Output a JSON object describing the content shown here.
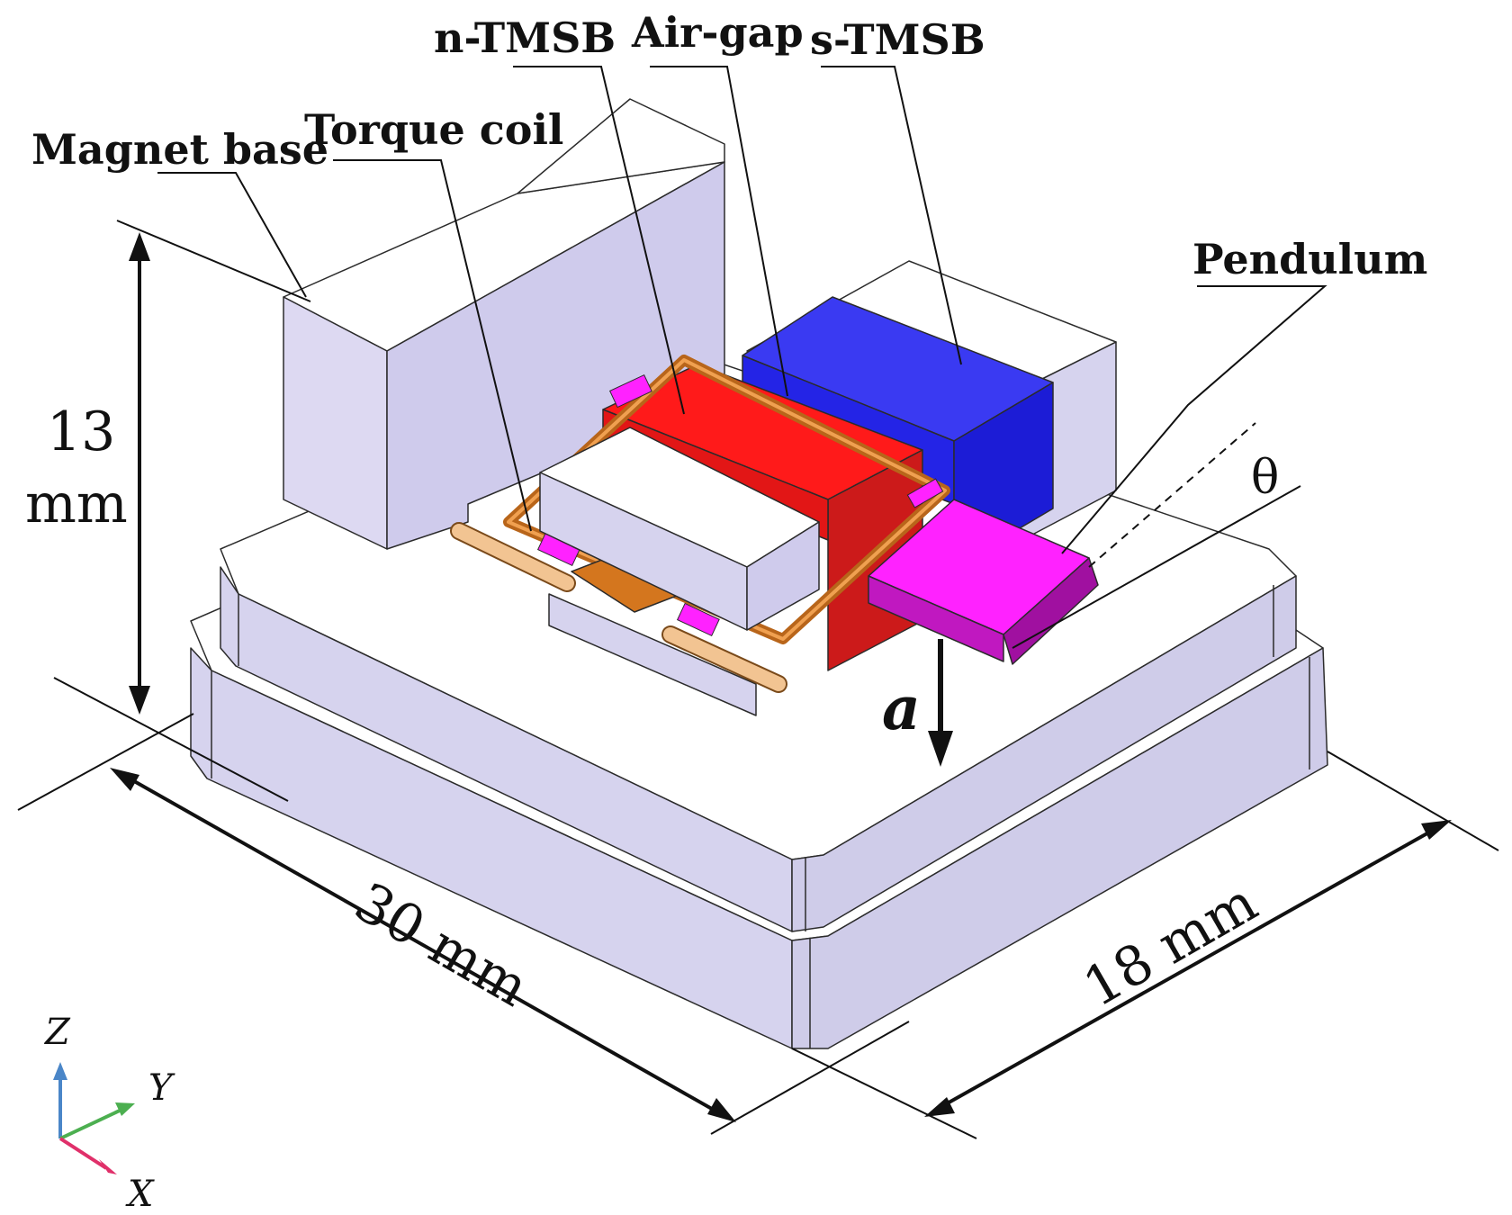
{
  "labels": {
    "magnet_base": "Magnet base",
    "torque_coil": "Torque coil",
    "n_tmsb": "n-TMSB",
    "air_gap": "Air-gap",
    "s_tmsb": "s-TMSB",
    "pendulum": "Pendulum",
    "theta": "θ",
    "accel": "a"
  },
  "dimensions": {
    "height_value": "13",
    "height_unit": "mm",
    "length": "30 mm",
    "width": "18 mm"
  },
  "axes": {
    "z": "Z",
    "y": "Y",
    "x": "X"
  },
  "colors": {
    "base": "#d6d3ee",
    "base_top": "#ffffff",
    "n_tmsb": "#ff1a1a",
    "s_tmsb": "#2a2aee",
    "pendulum": "#ff22ff",
    "coil": "#d4761e",
    "axis_z": "#4a86c8",
    "axis_y": "#4caf50",
    "axis_x": "#e0306a"
  }
}
